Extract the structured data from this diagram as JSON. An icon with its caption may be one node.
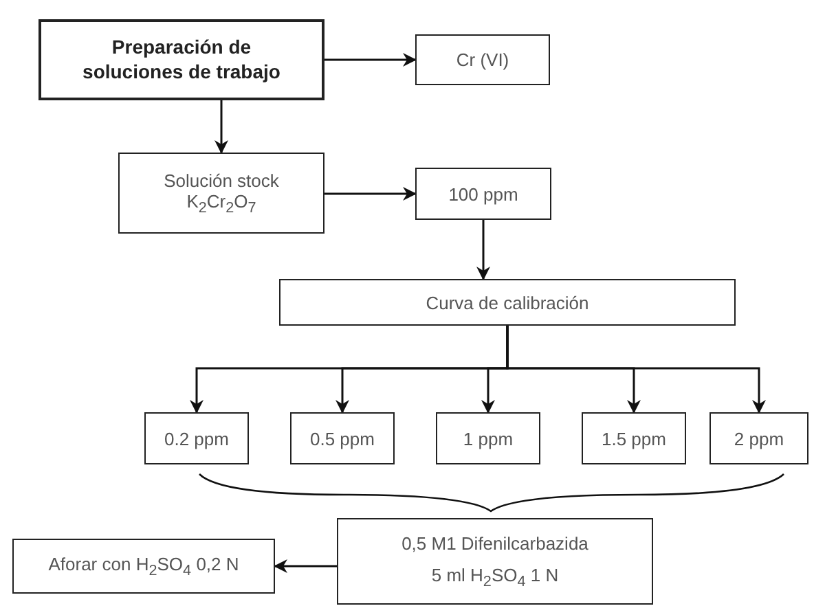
{
  "diagram": {
    "nodes": [
      {
        "text": [
          "Preparación de soluciones de trabajo"
        ]
      },
      {
        "text": [
          "Cr (VI)"
        ]
      },
      {
        "text": [
          "Solución stock",
          "K$_{2}$Cr$_{2}$O$_{7}$"
        ]
      },
      {
        "text": [
          "100 ppm"
        ]
      },
      {
        "text": [
          "Curva de calibración"
        ]
      },
      {
        "text": [
          "0.2 ppm"
        ]
      },
      {
        "text": [
          "0.5 ppm"
        ]
      },
      {
        "text": [
          "1 ppm"
        ]
      },
      {
        "text": [
          "1.5 ppm"
        ]
      },
      {
        "text": [
          "2 ppm"
        ]
      },
      {
        "text": [
          "0,5 M1 Difenilcarbazida",
          "5 ml H$_{2}$SO$_{4}$ 1 N"
        ]
      },
      {
        "text": [
          "Aforar con H$_{2}$SO$_{4}$ 0,2 N"
        ]
      }
    ],
    "edges": [
      {
        "from": 0,
        "to": 1,
        "arrow": "to"
      },
      {
        "from": 0,
        "to": 2,
        "arrow": "to"
      },
      {
        "from": 2,
        "to": 3,
        "arrow": "to"
      },
      {
        "from": 3,
        "to": 4,
        "arrow": "to"
      },
      {
        "from": 4,
        "to": 5,
        "arrow": "to"
      },
      {
        "from": 4,
        "to": 6,
        "arrow": "to"
      },
      {
        "from": 4,
        "to": 7,
        "arrow": "to"
      },
      {
        "from": 4,
        "to": 8,
        "arrow": "to"
      },
      {
        "from": 4,
        "to": 9,
        "arrow": "to"
      },
      {
        "from": 10,
        "to": 11,
        "arrow": "to"
      }
    ]
  }
}
